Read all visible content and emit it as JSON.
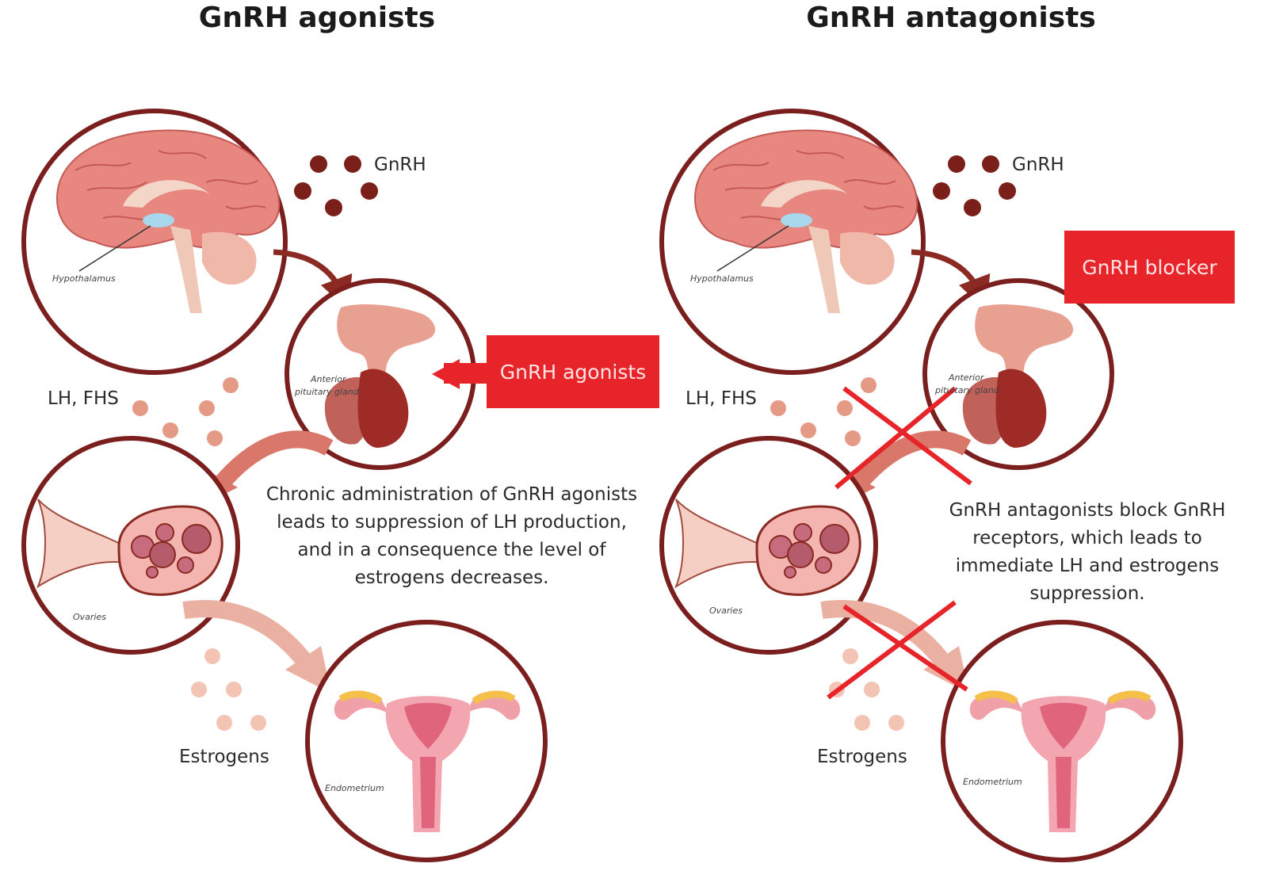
{
  "left": {
    "title": "GnRH agonists",
    "gnrh_label": "GnRH",
    "lh_label": "LH, FHS",
    "estrogens_label": "Estrogens",
    "hypothalamus_label": "Hypothalamus",
    "pituitary_label_1": "Anterior",
    "pituitary_label_2": "pituitary gland",
    "ovaries_label": "Ovaries",
    "endometrium_label": "Endometrium",
    "box_label": "GnRH agonists",
    "description": "Chronic administration of GnRH agonists leads to suppression of LH production, and in a consequence the level of estrogens decreases."
  },
  "right": {
    "title": "GnRH antagonists",
    "gnrh_label": "GnRH",
    "lh_label": "LH, FHS",
    "estrogens_label": "Estrogens",
    "hypothalamus_label": "Hypothalamus",
    "pituitary_label_1": "Anterior",
    "pituitary_label_2": "pituitary gland",
    "ovaries_label": "Ovaries",
    "endometrium_label": "Endometrium",
    "box_label": "GnRH blocker",
    "description": "GnRH antagonists block GnRH receptors, which leads to immediate LH and  estrogens suppression."
  },
  "colors": {
    "circle_border": "#7b1e1e",
    "accent_red": "#e8242b",
    "dot_dark": "#7a1f1a",
    "dot_light": "#e59a86",
    "brain_pink": "#e8877f",
    "arrow_light": "#e39985"
  }
}
